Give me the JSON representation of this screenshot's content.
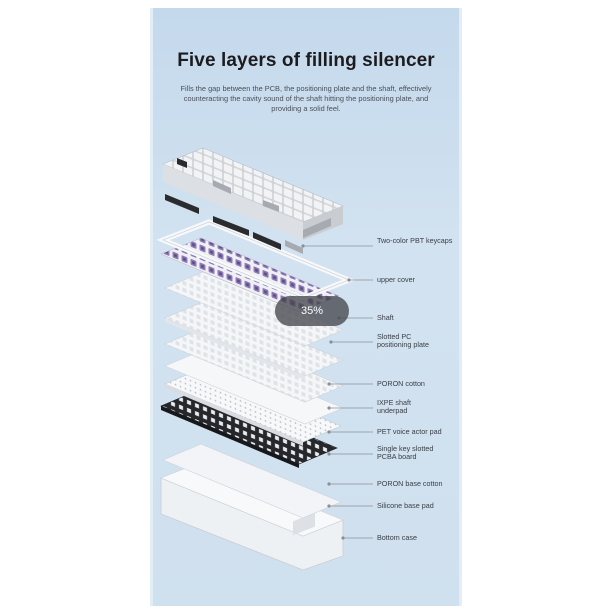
{
  "title": "Five layers of filling silencer",
  "subtitle": "Fills the gap between the PCB, the positioning plate and the shaft, effectively counteracting the cavity sound of the shaft hitting the positioning plate, and providing a solid feel.",
  "progress_overlay": {
    "text": "35%",
    "value_percent": 35
  },
  "layers": [
    "Two-color PBT keycaps",
    "upper cover",
    "Shaft",
    "Slotted PC positioning plate",
    "PORON cotton",
    "IXPE shaft underpad",
    "PET voice actor pad",
    "Single key slotted PCBA board",
    "PORON base cotton",
    "Silicone base pad",
    "Bottom case"
  ],
  "colors": {
    "background": "#c8dcee",
    "keycap_white": "#f2f3f5",
    "keycap_grey": "#a7abb1",
    "keycap_black": "#2a2b2f",
    "switch_purple": "#8d79b3",
    "plate_white": "#f4f6f8",
    "poron_black": "#26272b"
  }
}
